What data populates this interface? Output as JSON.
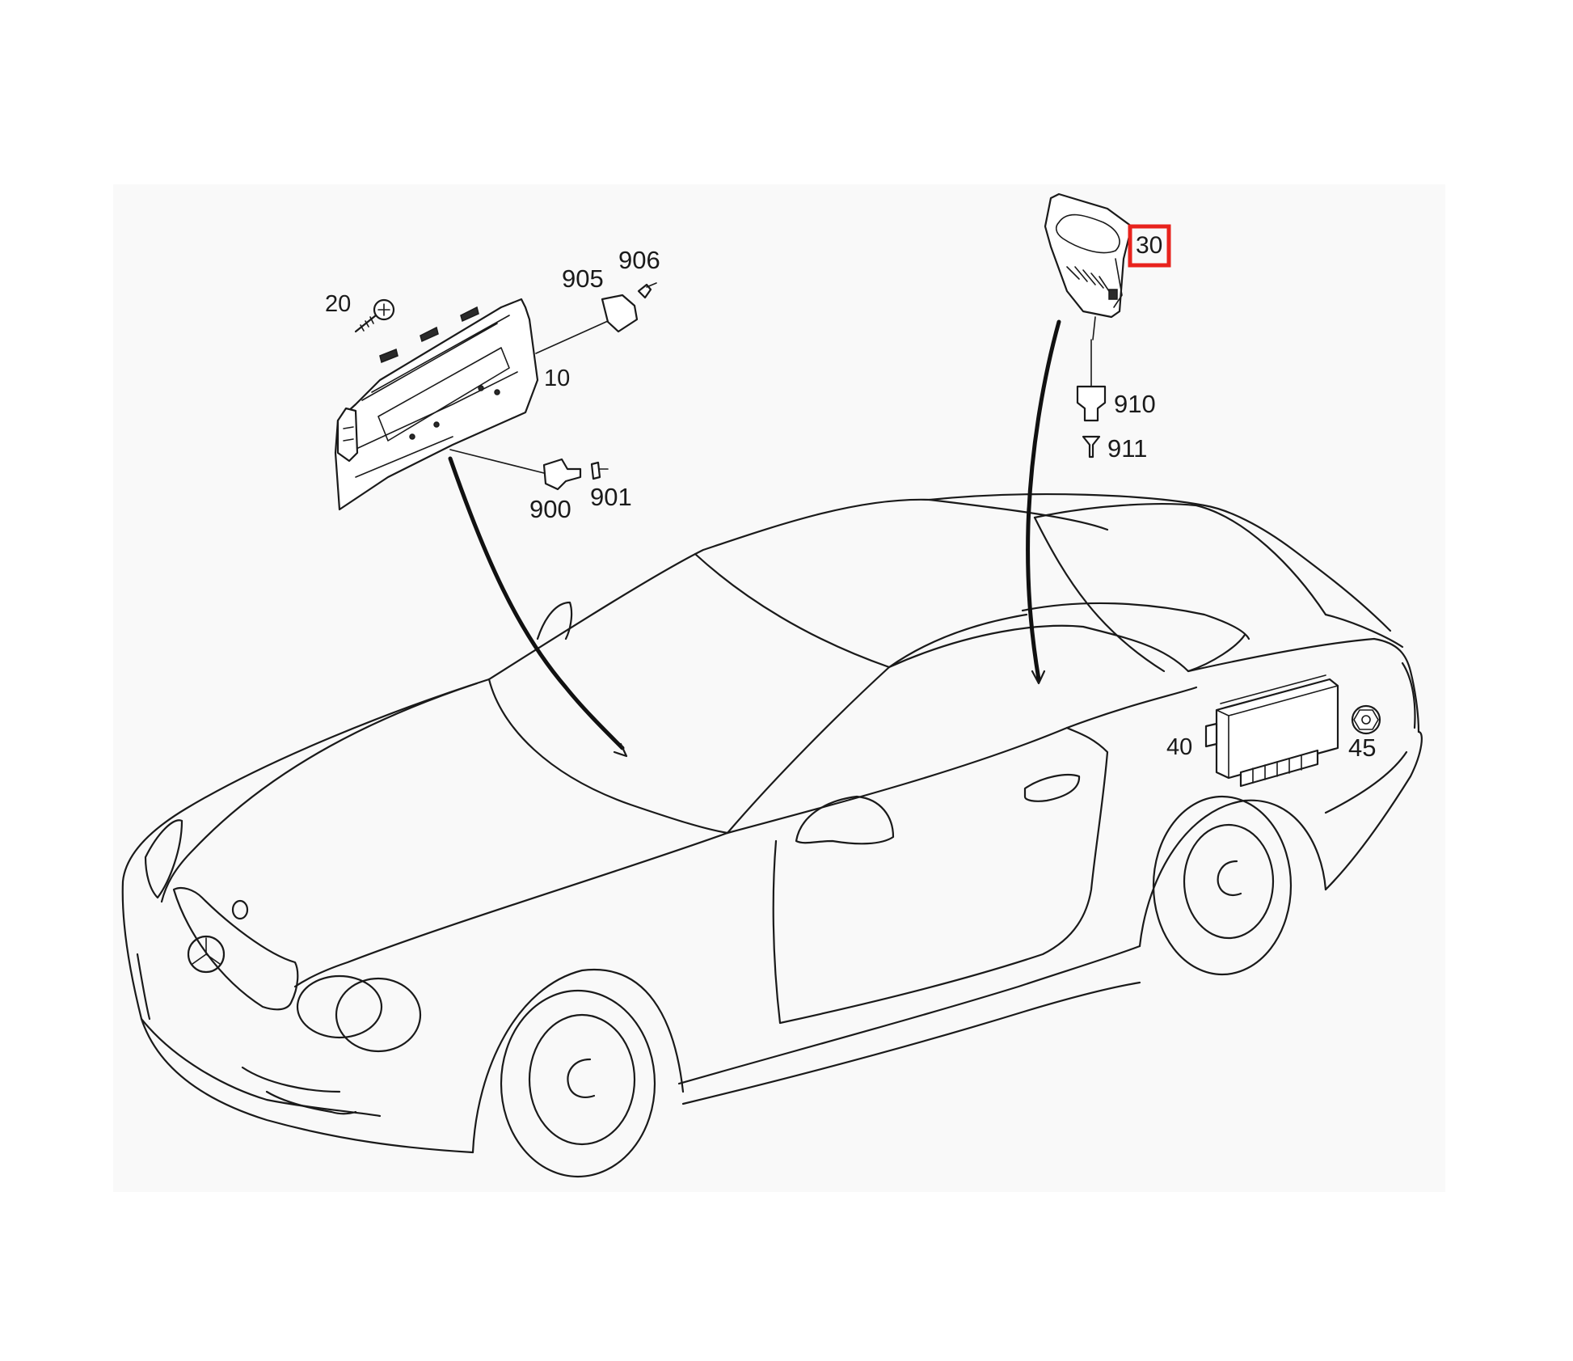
{
  "diagram": {
    "labels": {
      "p10": "10",
      "p20": "20",
      "p30": "30",
      "p40": "40",
      "p45": "45",
      "p900": "900",
      "p901": "901",
      "p905": "905",
      "p906": "906",
      "p910": "910",
      "p911": "911"
    },
    "highlighted_part": "30",
    "highlight_color": "#e8231d",
    "line_color": "#1a1a1a"
  }
}
